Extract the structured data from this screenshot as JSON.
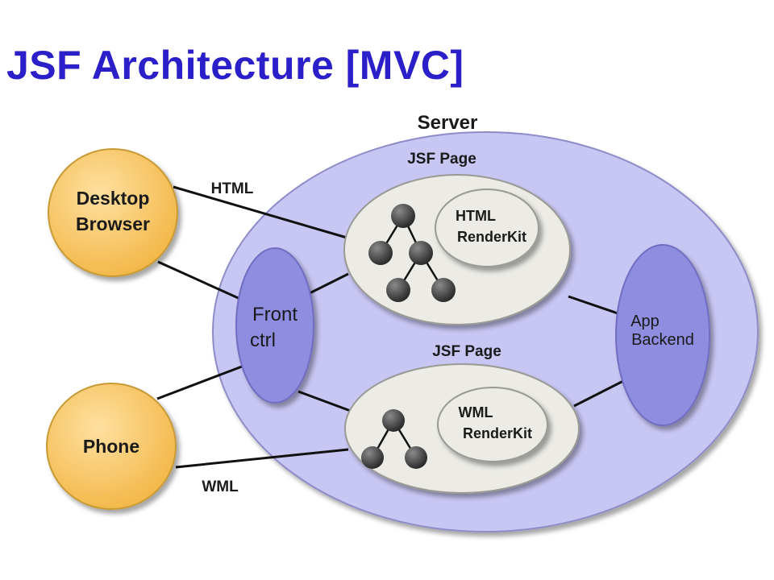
{
  "title": "JSF Architecture [MVC]",
  "server": {
    "label": "Server"
  },
  "clients": {
    "desktop": {
      "line1": "Desktop",
      "line2": "Browser"
    },
    "phone": {
      "label": "Phone"
    }
  },
  "front_ctrl": {
    "line1": "Front",
    "line2": "ctrl"
  },
  "app_backend": {
    "line1": "App",
    "line2": "Backend"
  },
  "pages": [
    {
      "label": "JSF Page",
      "renderkit_line1": "HTML",
      "renderkit_line2": "RenderKit"
    },
    {
      "label": "JSF Page",
      "renderkit_line1": "WML",
      "renderkit_line2": "RenderKit"
    }
  ],
  "connections": {
    "html_label": "HTML",
    "wml_label": "WML"
  },
  "colors": {
    "title": "#2a1fc8",
    "client_fill": "#f6c15a",
    "client_stroke": "#c89a34",
    "server_fill": "#c8c6f3",
    "component_fill": "#8f8ddf",
    "page_fill": "#ecebe6",
    "tree_node": "#3d3d3d"
  }
}
